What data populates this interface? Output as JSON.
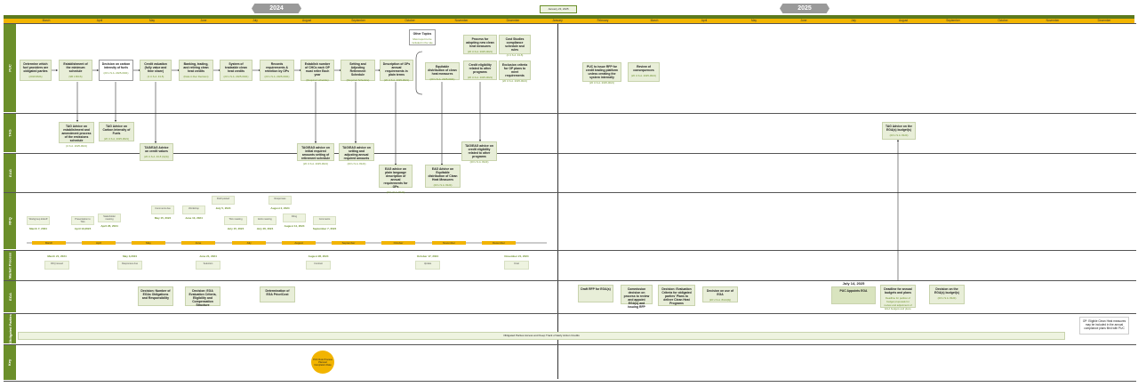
{
  "years": {
    "y2024": "2024",
    "y2025": "2025"
  },
  "today": "January 23, 2025",
  "months_top": [
    "March",
    "April",
    "May",
    "June",
    "July",
    "August",
    "September",
    "October",
    "November",
    "December",
    "January",
    "February",
    "March",
    "April",
    "May",
    "June",
    "July",
    "August",
    "September",
    "October",
    "November",
    "December"
  ],
  "lanes": [
    "PUC",
    "TAG",
    "EAG",
    "RFQ",
    "Market Process",
    "EGA",
    "Obligated Parties",
    "Key"
  ],
  "puc": [
    {
      "t": "Determine which fuel providers are obligated parties",
      "r": "(2019 RMA)"
    },
    {
      "t": "Establishment of the minimum schedule",
      "r": "(SB 1 BICS)"
    },
    {
      "t": "Decision on carbon intensity of fuels",
      "r": "(20 U.S.A. 2025-0021)"
    },
    {
      "t": "Credit valuation (fully value and time share)",
      "r": "(2 U.S.A. 43-5)"
    },
    {
      "t": "Banking, trading, and retiring clean heat credits",
      "r": "(Data in Dec Decision)"
    },
    {
      "t": "System of tradeable clean heat credits",
      "r": "(20 U.S.A. 2025-0021)"
    },
    {
      "t": "Records requirements & retention by OPs",
      "r": "(20 U.S.A. 2025-0021)"
    },
    {
      "t": "Establish number of CHCs each OP must retire Each year",
      "r": "(Required schedule)"
    },
    {
      "t": "Setting and Adjusting Retirement Schedule",
      "r": "(Required Schedule)"
    },
    {
      "t": "Description of OPs annual requirements in plain terms",
      "r": "(20 U.S.A. 2025-0021)"
    },
    {
      "t": "Equitable distribution of clean heat measures",
      "r": "(20 U.S.A. 2025-0021)"
    },
    {
      "t": "Credit eligibility related to other programs",
      "r": "(20 U.S.A. 2025-0021)"
    },
    {
      "t": "Process for adopting new clean heat measures",
      "r": "(20 U.S.A. 2025-0021)"
    },
    {
      "t": "Cost Studies compliance schedule and rules",
      "r": "(2 U.S.A. 43-5)"
    },
    {
      "t": "Exclusion criteria for OP plans to meet requirements",
      "r": "(20 U.S.A. 2025-0021)"
    },
    {
      "t": "Other Topics",
      "r": "Must report to be included in the rule"
    },
    {
      "t": "PUC to issue RFP for credit trading platform unless creating the system internally",
      "r": "(20 U.S.A. 2025-0021)"
    },
    {
      "t": "Review of consequences",
      "r": "(20 U.S.A. 2025-0021)"
    }
  ],
  "tag": [
    {
      "t": "TAG Advice on establishment and amendment process of the emissions schedule",
      "r": "(U.S.A. 2025-0021)"
    },
    {
      "t": "TAG Advice on Carbon Intensity of Fuels",
      "r": "(20 U.S.A. 2025-0021)"
    },
    {
      "t": "TAG/EAG Advice on credit values",
      "r": "(20 U.S.A. 43-5 (b)(3))"
    },
    {
      "t": "TAG/EAG advice on initial required amounts setting of retirement schedule",
      "r": "(20 U.S.A. 2025-0021)"
    },
    {
      "t": "TAG/EAG advice on setting and adjusting annual required amounts",
      "r": "(20 U.S.A. 8124)"
    },
    {
      "t": "TAG/EAG advice on credit eligibility related to other programs",
      "r": "(20 U.S.A. 8124)"
    },
    {
      "t": "TAG Advice on the EGA(s) budget(s)",
      "r": "(20 U.S.A. 8124)"
    }
  ],
  "eag": [
    {
      "t": "EAG advice on plain language description of annual requirements for OPs",
      "r": "(20 U.S.A. 8124)"
    },
    {
      "t": "EAG Advice on Equitable distribution of Clean Heat Measures",
      "r": "(20 U.S.A. 8124)"
    }
  ],
  "rfq_months": [
    "March",
    "April",
    "May",
    "June",
    "July",
    "August",
    "September",
    "October",
    "November",
    "December"
  ],
  "rfq_events": [
    {
      "d": "March 7, 2024",
      "n": "Workgroup kickoff"
    },
    {
      "d": "April 19,2024",
      "n": "Presentation to TAG"
    },
    {
      "d": "April 26, 2024",
      "n": "Stakeholder meeting"
    },
    {
      "d": "May 15, 2024",
      "n": "Comments due"
    },
    {
      "d": "June 13, 2024",
      "n": "Workshop"
    },
    {
      "d": "July 5, 2024",
      "n": "Draft posted"
    },
    {
      "d": "July 15, 2024",
      "n": "TAG meeting"
    },
    {
      "d": "July 26, 2024",
      "n": "EAG meeting"
    },
    {
      "d": "August 2, 2024",
      "n": "Responses"
    },
    {
      "d": "August 14, 2024",
      "n": "Filing"
    },
    {
      "d": "September 7, 2024",
      "n": "Comments"
    }
  ],
  "market_events": [
    {
      "d": "March 21, 2024",
      "n": "RFQ issued"
    },
    {
      "d": "May 3,2024",
      "n": "Responses due"
    },
    {
      "d": "June 21, 2024",
      "n": "Selection"
    },
    {
      "d": "August 28, 2024",
      "n": "Contract"
    },
    {
      "d": "October 17, 2024",
      "n": "Update"
    },
    {
      "d": "November 21, 2024",
      "n": "Final"
    }
  ],
  "ega": [
    {
      "t": "Decision: Number of EGAs Obligations and Responsibility"
    },
    {
      "t": "Decision: EGA Evaluation Criteria, Eligibility and Compensation Structure"
    },
    {
      "t": "Determination of EGA Price/Cost"
    },
    {
      "t": "Draft RFP for EGA(s)"
    },
    {
      "t": "Commission decision on process to review and appoint EGA(s) and issuing RFP"
    },
    {
      "t": "Decision: Evaluation Criteria for obligated parties' Plans to deliver Clean Heat Programs"
    },
    {
      "t": "Decision on use of EGA",
      "r": "(20 U.S.A. 8124(b))"
    },
    {
      "t": "PUC Appoints EGA",
      "d": "July 14, 2025"
    },
    {
      "t": "Deadline for annual budgets and plans",
      "r": "Deadline for petition of budget proposals for review and adjustment of EGA budgets and plans"
    },
    {
      "t": "Decision on the EGA(s) budget(s)",
      "r": "(20 U.S.A. 8124)"
    }
  ],
  "obligated": {
    "bar": "Obligated Parties Access and Keep Track of Early Action Credits",
    "note": "OP: Eligible Clean Heat measures may be included in the annual compliance plans filed with PUC"
  },
  "key": {
    "circle": "PUC Rule Process Planned Completion Date"
  }
}
